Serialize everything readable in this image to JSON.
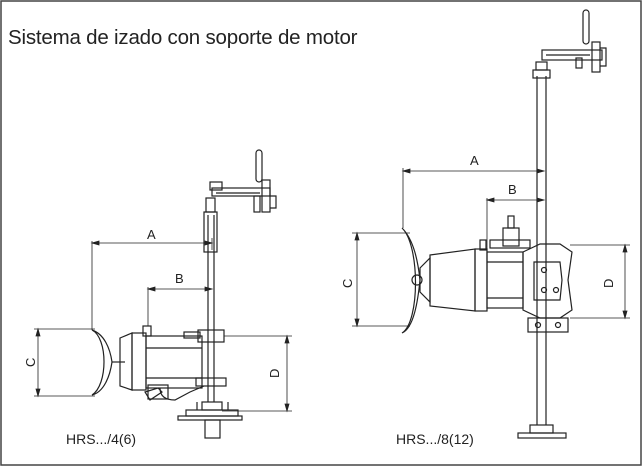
{
  "title": "Sistema de izado con soporte de motor",
  "colors": {
    "line": "#222222",
    "border": "#444444",
    "background": "#ffffff"
  },
  "left_drawing": {
    "caption": "HRS.../4(6)",
    "dims": {
      "a": "A",
      "b": "B",
      "c": "C",
      "d": "D"
    }
  },
  "right_drawing": {
    "caption": "HRS.../8(12)",
    "dims": {
      "a": "A",
      "b": "B",
      "c": "C",
      "d": "D"
    }
  }
}
